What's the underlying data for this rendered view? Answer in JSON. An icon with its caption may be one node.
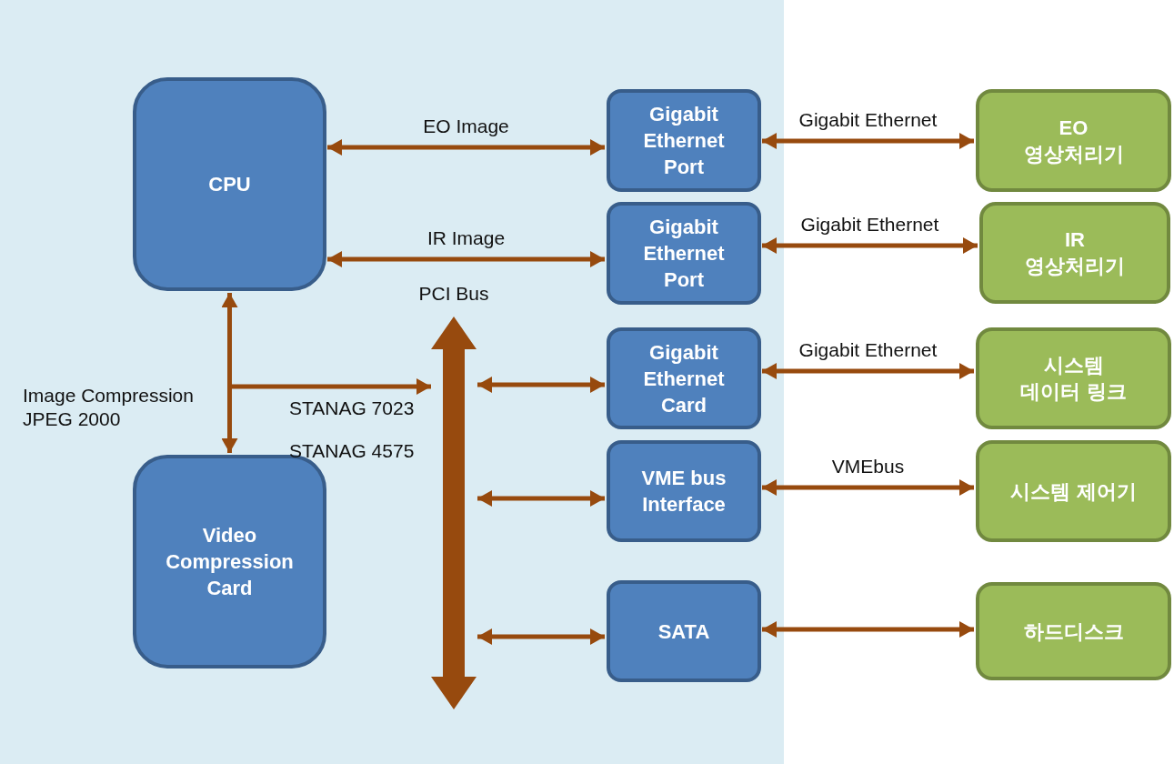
{
  "diagram": {
    "nodes": [
      {
        "text": [
          "CPU"
        ]
      },
      {
        "text": [
          "Video Compression Card"
        ]
      },
      {
        "text": [],
        "shape": "bar",
        "beside": [
          "PCI Bus"
        ]
      },
      {
        "text": [
          "Gigabit Ethernet Port"
        ]
      },
      {
        "text": [
          "Gigabit Ethernet Port"
        ]
      },
      {
        "text": [
          "Gigabit Ethernet Card"
        ]
      },
      {
        "text": [
          "VME bus Interface"
        ]
      },
      {
        "text": [
          "SATA"
        ]
      },
      {
        "text": [
          "EO 영상처리기"
        ]
      },
      {
        "text": [
          "IR 영상처리기"
        ]
      },
      {
        "text": [
          "시스템 데이터 링크"
        ]
      },
      {
        "text": [
          "시스템 제어기"
        ]
      },
      {
        "text": [
          "하드디스크"
        ]
      }
    ],
    "edges": [
      {
        "from": 0,
        "to": 3,
        "arrow": "both",
        "label": "EO Image"
      },
      {
        "from": 0,
        "to": 4,
        "arrow": "both",
        "label": "IR Image"
      },
      {
        "from": 0,
        "to": 1,
        "arrow": "both",
        "label": "Image Compression JPEG 2000"
      },
      {
        "from": 0,
        "to": 2,
        "arrow": "to"
      },
      {
        "from": 2,
        "to": 5,
        "arrow": "both"
      },
      {
        "from": 2,
        "to": 6,
        "arrow": "both"
      },
      {
        "from": 2,
        "to": 7,
        "arrow": "both"
      },
      {
        "from": 3,
        "to": 8,
        "arrow": "both",
        "label": "Gigabit Ethernet"
      },
      {
        "from": 4,
        "to": 9,
        "arrow": "both",
        "label": "Gigabit Ethernet"
      },
      {
        "from": 5,
        "to": 10,
        "arrow": "both",
        "label": "Gigabit Ethernet"
      },
      {
        "from": 6,
        "to": 11,
        "arrow": "both",
        "label": "VMEbus"
      },
      {
        "from": 7,
        "to": 12,
        "arrow": "both"
      }
    ],
    "labels": [
      "STANAG 7023",
      "STANAG 4575"
    ]
  }
}
